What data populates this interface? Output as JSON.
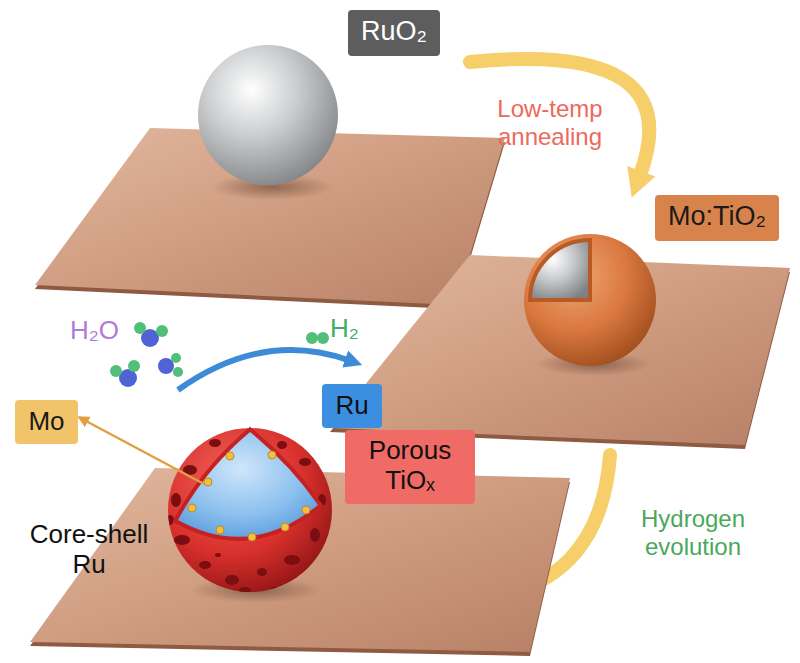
{
  "diagram": {
    "nodes": [
      {
        "text": [
          "RuO₂"
        ]
      },
      {
        "text": [
          "Mo:TiO₂"
        ]
      },
      {
        "text": [
          "Mo"
        ]
      },
      {
        "text": [
          "Ru"
        ]
      },
      {
        "text": [
          "Porous TiOₓ"
        ]
      }
    ],
    "labels": [
      "Low-temp annealing",
      "H₂O",
      "H₂",
      "Core-shell Ru",
      "Hydrogen evolution"
    ]
  }
}
